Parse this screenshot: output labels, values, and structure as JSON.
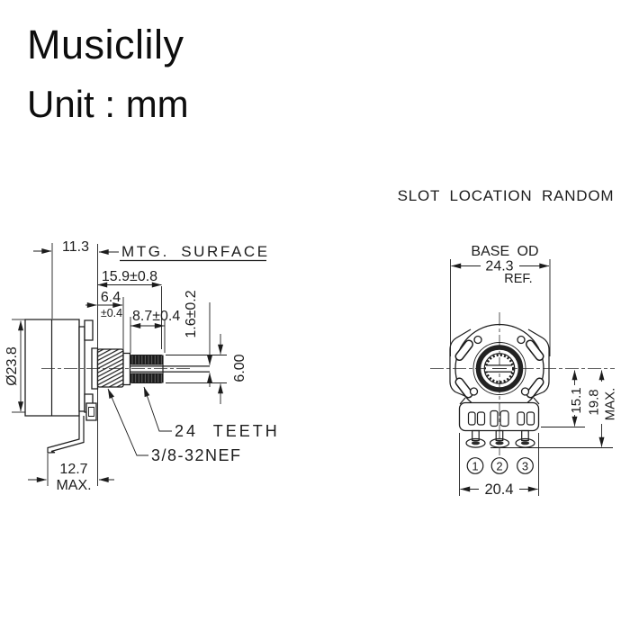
{
  "header": {
    "brand": "Musiclily",
    "unit_label": "Unit : mm"
  },
  "side_view": {
    "dim_depth_top": "11.3",
    "mtg_surface_label": "MTG. SURFACE",
    "dim_shaft_total": "15.9±0.8",
    "dim_bushing": "6.4",
    "dim_bushing_tol": "±0.4",
    "dim_knurl": "8.7±0.4",
    "dim_slot_width": "1.6±0.2",
    "dim_shaft_dia": "6.00",
    "dim_body_dia": "Ø23.8",
    "dim_depth_max": "12.7",
    "dim_depth_max_suffix": "MAX.",
    "label_teeth": "24 TEETH",
    "label_thread": "3/8-32NEF"
  },
  "front_view": {
    "note": "SLOT LOCATION RANDOM",
    "dim_base_od_label": "BASE OD",
    "dim_base_od_value": "24.3",
    "dim_base_od_suffix": "REF.",
    "dim_center_to_base": "15.1",
    "dim_center_to_pin": "19.8",
    "dim_center_to_pin_suffix": "MAX.",
    "dim_bottom_width": "20.4",
    "pins": [
      "1",
      "2",
      "3"
    ]
  },
  "colors": {
    "ink": "#1c1c1c",
    "background": "#ffffff"
  }
}
